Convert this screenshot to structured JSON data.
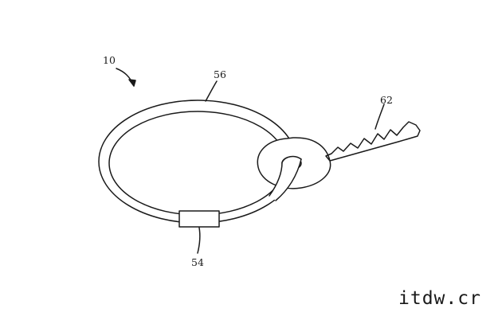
{
  "figure": {
    "labels": {
      "assembly": "10",
      "ring": "56",
      "key": "62",
      "sleeve": "54"
    },
    "stroke_color": "#1a1a1a",
    "background_color": "#ffffff"
  },
  "watermark": {
    "text": "itdw.cr"
  }
}
